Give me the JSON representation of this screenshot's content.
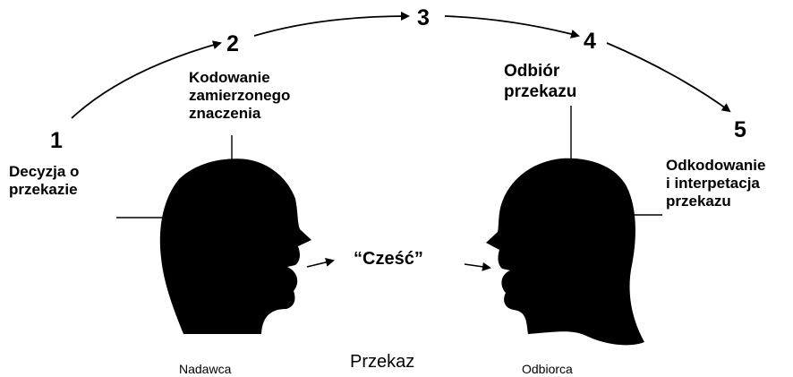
{
  "steps": [
    {
      "number": "1",
      "lines": [
        "Decyzja o",
        "przekazie"
      ]
    },
    {
      "number": "2",
      "lines": [
        "Kodowanie",
        "zamierzonego",
        "znaczenia"
      ]
    },
    {
      "number": "3",
      "lines": []
    },
    {
      "number": "4",
      "lines": [
        "Odbiór",
        "przekazu"
      ]
    },
    {
      "number": "5",
      "lines": [
        "Odkodowanie",
        "i interpetacja",
        "przekazu"
      ]
    }
  ],
  "message": {
    "spoken": "“Cześć”",
    "name": "Przekaz"
  },
  "participants": {
    "sender": "Nadawca",
    "receiver": "Odbiorca"
  },
  "colors": {
    "ink": "#000000",
    "background": "#ffffff"
  }
}
